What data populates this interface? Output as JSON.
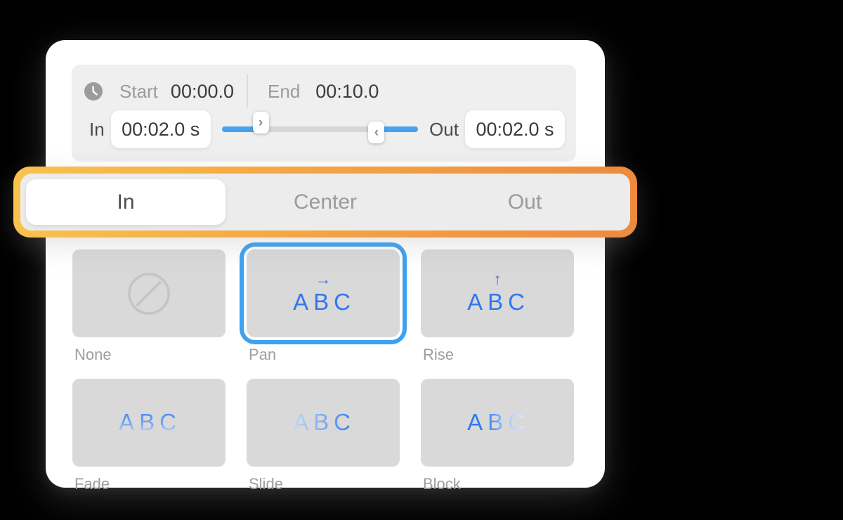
{
  "colors": {
    "accent_blue": "#3277f0",
    "selection_ring_blue": "#3ca1f1",
    "slider_blue": "#49a2ef",
    "highlight_gradient_start": "#f9c24d",
    "highlight_gradient_end": "#ee8a3d",
    "card_background": "#ffffff",
    "panel_background": "#efefef",
    "tile_background": "#d9d9d9"
  },
  "time_panel": {
    "start_label": "Start",
    "start_value": "00:00.0",
    "end_label": "End",
    "end_value": "00:10.0",
    "in_label": "In",
    "in_value": "00:02.0 s",
    "out_label": "Out",
    "out_value": "00:02.0 s",
    "slider": {
      "in_handle_icon": "›",
      "out_handle_icon": "‹"
    }
  },
  "position_tabs": {
    "items": [
      {
        "label": "In",
        "selected": true
      },
      {
        "label": "Center",
        "selected": false
      },
      {
        "label": "Out",
        "selected": false
      }
    ]
  },
  "animations": {
    "tiles": [
      {
        "label": "None",
        "kind": "none",
        "icon": "",
        "text": "",
        "effect": "",
        "selected": false
      },
      {
        "label": "Pan",
        "kind": "text",
        "icon": "→",
        "text": "ABC",
        "effect": "plain",
        "selected": true
      },
      {
        "label": "Rise",
        "kind": "text",
        "icon": "↑",
        "text": "ABC",
        "effect": "plain",
        "selected": false
      },
      {
        "label": "Fade",
        "kind": "text",
        "icon": "",
        "text": "ABC",
        "effect": "fade",
        "selected": false
      },
      {
        "label": "Slide",
        "kind": "text",
        "icon": "",
        "text": "ABC",
        "effect": "slide",
        "selected": false
      },
      {
        "label": "Block",
        "kind": "text",
        "icon": "",
        "text": "ABC",
        "effect": "block",
        "selected": false
      }
    ]
  }
}
